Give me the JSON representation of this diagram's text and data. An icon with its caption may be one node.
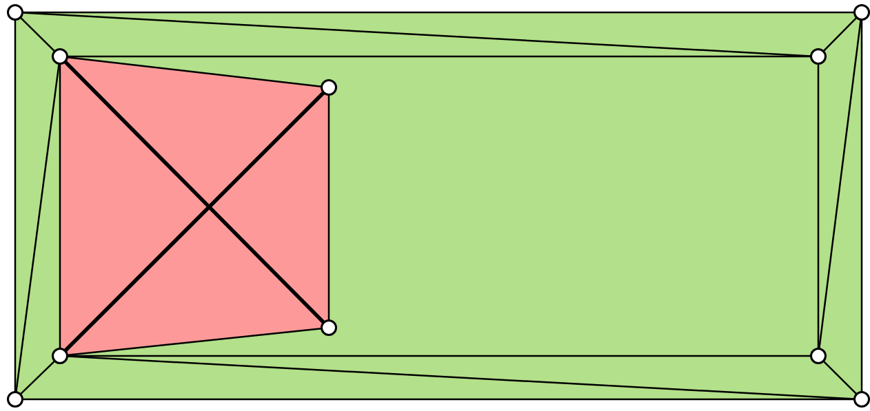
{
  "diagram": {
    "nodes": [
      {
        "text": [],
        "shape": "circle"
      },
      {
        "text": [],
        "shape": "circle"
      },
      {
        "text": [],
        "shape": "circle"
      },
      {
        "text": [],
        "shape": "circle"
      },
      {
        "text": [],
        "shape": "circle"
      },
      {
        "text": [],
        "shape": "circle"
      },
      {
        "text": [],
        "shape": "circle"
      },
      {
        "text": [],
        "shape": "circle"
      },
      {
        "text": [],
        "shape": "circle"
      },
      {
        "text": [],
        "shape": "circle"
      }
    ],
    "edges": [
      {
        "from": 0,
        "to": 1,
        "arrow": "none"
      },
      {
        "from": 0,
        "to": 8,
        "arrow": "none"
      },
      {
        "from": 8,
        "to": 9,
        "arrow": "none"
      },
      {
        "from": 1,
        "to": 9,
        "arrow": "none"
      },
      {
        "from": 0,
        "to": 2,
        "arrow": "none"
      },
      {
        "from": 0,
        "to": 3,
        "arrow": "none"
      },
      {
        "from": 1,
        "to": 3,
        "arrow": "none"
      },
      {
        "from": 1,
        "to": 7,
        "arrow": "none"
      },
      {
        "from": 2,
        "to": 3,
        "arrow": "none"
      },
      {
        "from": 3,
        "to": 7,
        "arrow": "none"
      },
      {
        "from": 7,
        "to": 9,
        "arrow": "none"
      },
      {
        "from": 6,
        "to": 9,
        "arrow": "none"
      },
      {
        "from": 6,
        "to": 7,
        "arrow": "none"
      },
      {
        "from": 6,
        "to": 8,
        "arrow": "none"
      },
      {
        "from": 2,
        "to": 8,
        "arrow": "none"
      },
      {
        "from": 2,
        "to": 6,
        "arrow": "none"
      },
      {
        "from": 2,
        "to": 4,
        "arrow": "none"
      },
      {
        "from": 4,
        "to": 5,
        "arrow": "none"
      },
      {
        "from": 5,
        "to": 6,
        "arrow": "none"
      },
      {
        "from": 2,
        "to": 5,
        "arrow": "none",
        "style": "thick"
      },
      {
        "from": 6,
        "to": 4,
        "arrow": "none",
        "style": "thick"
      }
    ]
  }
}
